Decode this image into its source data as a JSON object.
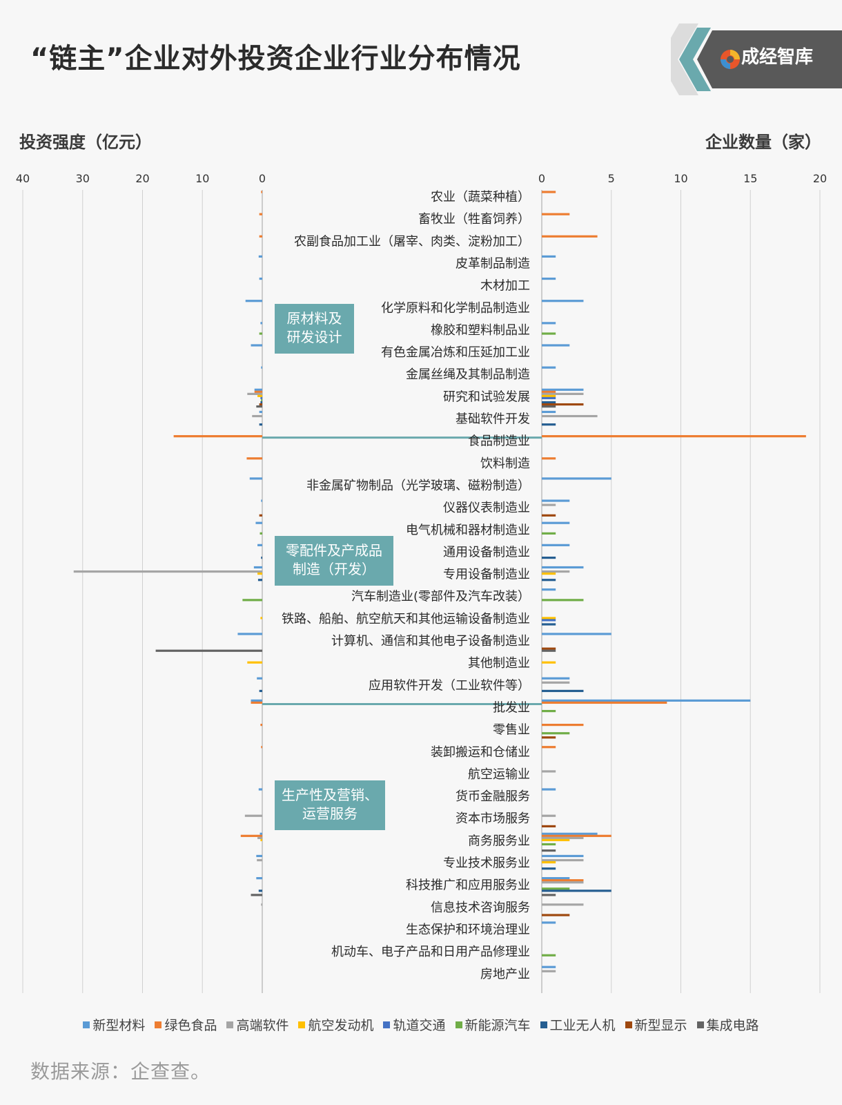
{
  "title": "“链主”企业对外投资企业行业分布情况",
  "brand": {
    "name": "成经智库",
    "logo_icon": "swirl-logo-icon"
  },
  "source": "数据来源：企查查。",
  "chart_data": {
    "type": "bar",
    "orientation": "horizontal-butterfly",
    "left_axis": {
      "title": "投资强度（亿元）",
      "ticks": [
        "40",
        "30",
        "20",
        "10",
        "0"
      ],
      "range": [
        0,
        40
      ]
    },
    "right_axis": {
      "title": "企业数量（家）",
      "ticks": [
        "0",
        "5",
        "10",
        "15",
        "20"
      ],
      "range": [
        0,
        20
      ]
    },
    "grid": true,
    "legend_position": "bottom",
    "series": [
      {
        "name": "新型材料",
        "color": "#5b9bd5"
      },
      {
        "name": "绿色食品",
        "color": "#ed7d31"
      },
      {
        "name": "高端软件",
        "color": "#a5a5a5"
      },
      {
        "name": "航空发动机",
        "color": "#ffc000"
      },
      {
        "name": "轨道交通",
        "color": "#4472c4"
      },
      {
        "name": "新能源汽车",
        "color": "#70ad47"
      },
      {
        "name": "工业无人机",
        "color": "#255e91"
      },
      {
        "name": "新型显示",
        "color": "#9e480e"
      },
      {
        "name": "集成电路",
        "color": "#636363"
      }
    ],
    "categories": [
      "农业（蔬菜种植）",
      "畜牧业（牲畜饲养）",
      "农副食品加工业（屠宰、肉类、淀粉加工）",
      "皮革制品制造",
      "木材加工",
      "化学原料和化学制品制造业",
      "橡胶和塑料制品业",
      "有色金属冶炼和压延加工业",
      "金属丝绳及其制品制造",
      "研究和试验发展",
      "基础软件开发",
      "食品制造业",
      "饮料制造",
      "非金属矿物制品（光学玻璃、磁粉制造）",
      "仪器仪表制造业",
      "电气机械和器材制造业",
      "通用设备制造业",
      "专用设备制造业",
      "汽车制造业(零部件及汽车改装）",
      "铁路、船舶、航空航天和其他运输设备制造业",
      "计算机、通信和其他电子设备制造业",
      "其他制造业",
      "应用软件开发（工业软件等）",
      "批发业",
      "零售业",
      "装卸搬运和仓储业",
      "航空运输业",
      "货币金融服务",
      "资本市场服务",
      "商务服务业",
      "专业技术服务业",
      "科技推广和应用服务业",
      "信息技术咨询服务",
      "生态保护和环境治理业",
      "机动车、电子产品和日用产品修理业",
      "房地产业"
    ],
    "groups": [
      {
        "label_lines": [
          "原材料及",
          "研发设计"
        ],
        "from": 0,
        "to": 10
      },
      {
        "label_lines": [
          "零配件及产成品",
          "制造（开发）"
        ],
        "from": 11,
        "to": 22
      },
      {
        "label_lines": [
          "生产性及营销、",
          "运营服务"
        ],
        "from": 23,
        "to": 35
      }
    ],
    "data": [
      {
        "count": {
          "绿色食品": 1
        },
        "invest": {
          "绿色食品": 0.2
        }
      },
      {
        "count": {
          "绿色食品": 2
        },
        "invest": {
          "绿色食品": 0.5
        }
      },
      {
        "count": {
          "绿色食品": 4
        },
        "invest": {
          "绿色食品": 0.5
        }
      },
      {
        "count": {
          "新型材料": 1
        },
        "invest": {
          "新型材料": 0.6
        }
      },
      {
        "count": {
          "新型材料": 1
        },
        "invest": {
          "新型材料": 0.5
        }
      },
      {
        "count": {
          "新型材料": 3
        },
        "invest": {
          "新型材料": 2.8
        }
      },
      {
        "count": {
          "新型材料": 1,
          "新能源汽车": 1
        },
        "invest": {
          "新型材料": 0.3,
          "新能源汽车": 0.5
        }
      },
      {
        "count": {
          "新型材料": 2
        },
        "invest": {
          "新型材料": 1.9
        }
      },
      {
        "count": {
          "新型材料": 1
        },
        "invest": {
          "新型材料": 0.2
        }
      },
      {
        "count": {
          "新型材料": 3,
          "绿色食品": 1,
          "高端软件": 3,
          "航空发动机": 1,
          "轨道交通": 1,
          "工业无人机": 1,
          "新型显示": 3,
          "集成电路": 1
        },
        "invest": {
          "新型材料": 1.3,
          "绿色食品": 1.3,
          "高端软件": 2.5,
          "航空发动机": 0.8,
          "轨道交通": 0.3,
          "新能源汽车": 0.2,
          "工业无人机": 0.3,
          "新型显示": 0.5,
          "集成电路": 1
        }
      },
      {
        "count": {
          "新型材料": 1,
          "高端软件": 4,
          "工业无人机": 1
        },
        "invest": {
          "新型材料": 0.5,
          "高端软件": 1.7,
          "工业无人机": 0.5
        }
      },
      {
        "count": {
          "绿色食品": 19
        },
        "invest": {
          "绿色食品": 14.8
        }
      },
      {
        "count": {
          "绿色食品": 1
        },
        "invest": {
          "绿色食品": 2.6
        }
      },
      {
        "count": {
          "新型材料": 5
        },
        "invest": {
          "新型材料": 2.1
        }
      },
      {
        "count": {
          "新型材料": 2,
          "高端软件": 1,
          "新型显示": 1
        },
        "invest": {
          "新型材料": 0.2,
          "新型显示": 0.5
        }
      },
      {
        "count": {
          "新型材料": 2,
          "新能源汽车": 1
        },
        "invest": {
          "新型材料": 1.1,
          "新能源汽车": 0.4
        }
      },
      {
        "count": {
          "新型材料": 2,
          "工业无人机": 1
        },
        "invest": {
          "新型材料": 0.8,
          "工业无人机": 0.2
        }
      },
      {
        "count": {
          "新型材料": 3,
          "高端软件": 2,
          "航空发动机": 1,
          "工业无人机": 1
        },
        "invest": {
          "新型材料": 1.4,
          "高端软件": 31.5,
          "航空发动机": 0.8,
          "工业无人机": 0.7
        }
      },
      {
        "count": {
          "新型材料": 1,
          "新能源汽车": 3
        },
        "invest": {
          "新能源汽车": 3.3
        }
      },
      {
        "count": {
          "航空发动机": 1,
          "轨道交通": 1,
          "工业无人机": 1
        },
        "invest": {
          "航空发动机": 0.3
        }
      },
      {
        "count": {
          "新型材料": 5,
          "新型显示": 1,
          "集成电路": 1
        },
        "invest": {
          "新型材料": 4.1,
          "集成电路": 17.8
        }
      },
      {
        "count": {
          "航空发动机": 1
        },
        "invest": {
          "航空发动机": 2.5
        }
      },
      {
        "count": {
          "新型材料": 2,
          "高端软件": 2,
          "工业无人机": 3
        },
        "invest": {
          "新型材料": 0.9,
          "工业无人机": 0.5
        }
      },
      {
        "count": {
          "新型材料": 15,
          "绿色食品": 9,
          "新能源汽车": 1
        },
        "invest": {
          "新型材料": 1.9,
          "绿色食品": 1.9
        }
      },
      {
        "count": {
          "绿色食品": 3,
          "新能源汽车": 2,
          "新型显示": 1
        },
        "invest": {
          "绿色食品": 0.3
        }
      },
      {
        "count": {
          "绿色食品": 1
        },
        "invest": {
          "绿色食品": 0.2
        }
      },
      {
        "count": {
          "高端软件": 1
        },
        "invest": {}
      },
      {
        "count": {
          "新型材料": 1
        },
        "invest": {
          "新型材料": 0.6
        }
      },
      {
        "count": {
          "高端软件": 1,
          "新型显示": 1
        },
        "invest": {
          "高端软件": 2.9
        }
      },
      {
        "count": {
          "新型材料": 4,
          "绿色食品": 5,
          "高端软件": 3,
          "航空发动机": 2,
          "新能源汽车": 1,
          "集成电路": 1
        },
        "invest": {
          "新型材料": 0.4,
          "绿色食品": 3.6,
          "高端软件": 0.8,
          "航空发动机": 0.3
        }
      },
      {
        "count": {
          "新型材料": 3,
          "高端软件": 3,
          "航空发动机": 1,
          "工业无人机": 1
        },
        "invest": {
          "新型材料": 1,
          "高端软件": 0.9
        }
      },
      {
        "count": {
          "新型材料": 2,
          "绿色食品": 3,
          "高端软件": 3,
          "新能源汽车": 2,
          "工业无人机": 5,
          "集成电路": 1
        },
        "invest": {
          "新型材料": 1,
          "工业无人机": 0.6,
          "集成电路": 1.9
        }
      },
      {
        "count": {
          "高端软件": 3,
          "新型显示": 2
        },
        "invest": {
          "高端软件": 0.2
        }
      },
      {
        "count": {
          "新型材料": 1
        },
        "invest": {}
      },
      {
        "count": {
          "新能源汽车": 1
        },
        "invest": {}
      },
      {
        "count": {
          "新型材料": 1,
          "高端软件": 1
        },
        "invest": {}
      }
    ]
  }
}
